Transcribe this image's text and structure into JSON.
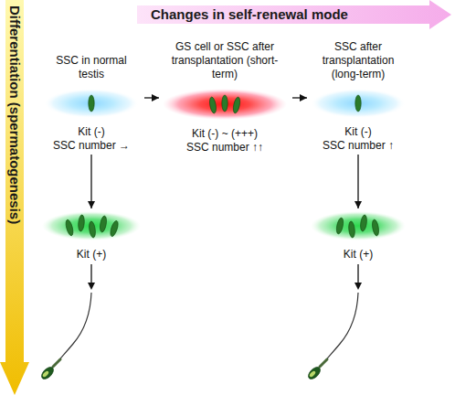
{
  "diagram": {
    "nodes": [
      {
        "text": [
          "Changes in self-renewal mode"
        ]
      },
      {
        "text": [
          "Differentiation (spermatogenesis)"
        ]
      },
      {
        "text": [
          "SSC in normal testis",
          "Kit (-)",
          "SSC number →"
        ]
      },
      {
        "text": [
          "GS cell or SSC after transplantation (short-term)",
          "Kit (-) ~ (+++)",
          "SSC number ↑↑"
        ]
      },
      {
        "text": [
          "SSC after transplantation (long-term)",
          "Kit (-)",
          "SSC number ↑"
        ]
      },
      {
        "text": [
          "Kit (+)"
        ]
      },
      {
        "text": [
          "Kit (+)"
        ]
      }
    ],
    "edges": [
      {
        "from": 2,
        "to": 3,
        "arrow": "to"
      },
      {
        "from": 3,
        "to": 4,
        "arrow": "to"
      },
      {
        "from": 2,
        "to": 5,
        "arrow": "to"
      },
      {
        "from": 4,
        "to": 6,
        "arrow": "to"
      }
    ]
  }
}
